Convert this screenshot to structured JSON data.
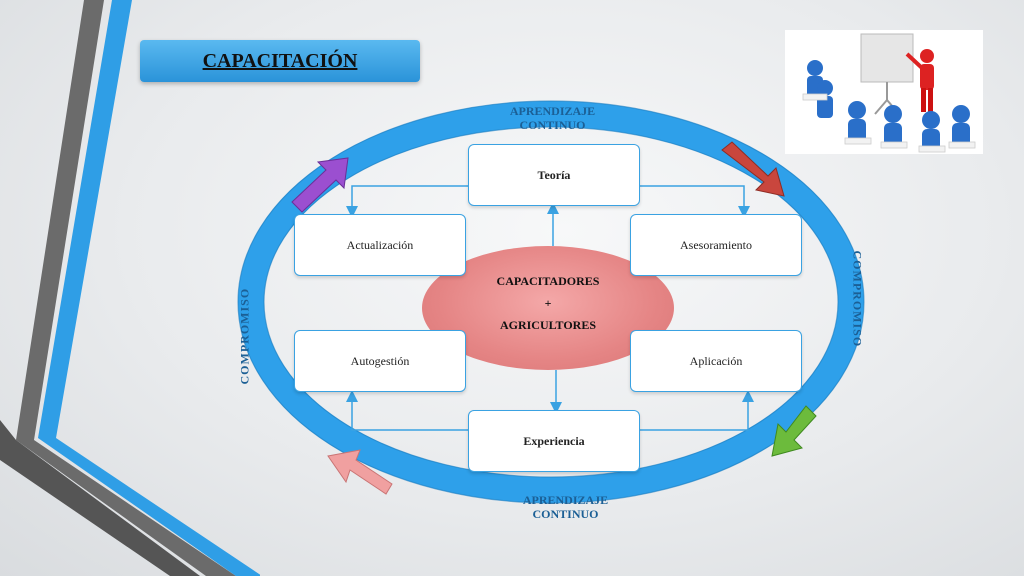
{
  "slide": {
    "title": "CAPACITACIÓN",
    "center": {
      "line1": "CAPACITADORES",
      "line2": "+",
      "line3": "AGRICULTORES"
    },
    "nodes": {
      "teoria": "Teoría",
      "actualizacion": "Actualización",
      "asesoramiento": "Asesoramiento",
      "autogestion": "Autogestión",
      "aplicacion": "Aplicación",
      "experiencia": "Experiencia"
    },
    "ring_labels": {
      "top_line1": "APRENDIZAJE",
      "top_line2": "CONTINUO",
      "bottom_line1": "APRENDIZAJE",
      "bottom_line2": "CONTINUO",
      "left": "COMPROMISO",
      "right": "COMPROMISO"
    }
  },
  "colors": {
    "accent_blue": "#2f9ee6",
    "ring_blue": "#2ea0ea",
    "center_red": "#e58585",
    "arrow_red": "#c9463d",
    "arrow_purple": "#9b4fd0",
    "arrow_green": "#6cbb3c",
    "arrow_pink": "#f0a0a0"
  },
  "icons": {
    "photo": "training-presentation-icon"
  }
}
